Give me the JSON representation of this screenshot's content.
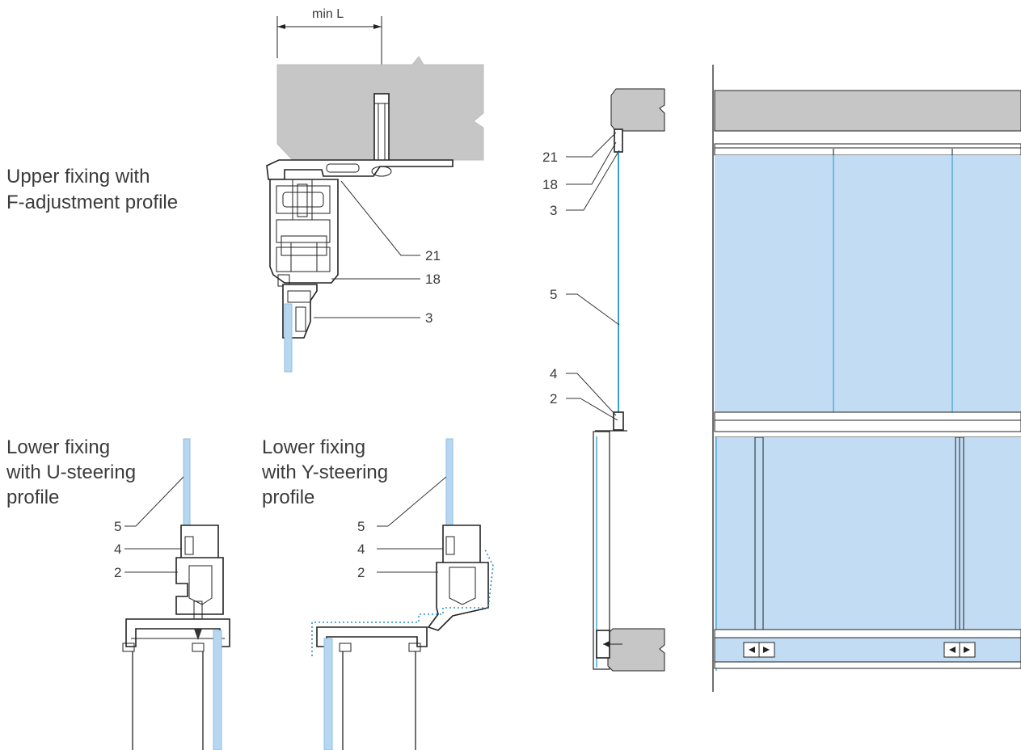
{
  "captions": {
    "upper": [
      "Upper fixing with",
      "F-adjustment profile"
    ],
    "lower_u": [
      "Lower fixing",
      "with U-steering",
      "profile"
    ],
    "lower_y": [
      "Lower fixing",
      "with Y-steering",
      "profile"
    ]
  },
  "dimension": {
    "label": "min L"
  },
  "callouts": {
    "upper": [
      "21",
      "18",
      "3"
    ],
    "lower_u": [
      "5",
      "4",
      "2"
    ],
    "lower_y": [
      "5",
      "4",
      "2"
    ],
    "section": [
      "21",
      "18",
      "3",
      "5",
      "4",
      "2"
    ]
  },
  "colors": {
    "concrete": "#c6c6c6",
    "glass": "#b7d7f0",
    "glass_edge": "#3aa0d8",
    "glass_panel": "#c2dcf4",
    "frame": "#d3d3d3",
    "dotted": "#2a8fd0"
  }
}
